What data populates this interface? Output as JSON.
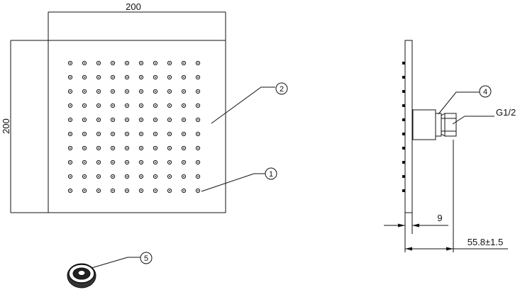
{
  "front_view": {
    "width_label": "200",
    "height_label": "200",
    "nozzle_grid": {
      "rows": 10,
      "cols": 10
    },
    "callouts": {
      "nozzle": "1",
      "face_plate": "2"
    }
  },
  "side_view": {
    "thread_label": "G1/2",
    "plate_thickness_label": "9",
    "total_depth_label": "55.8±1.5",
    "callout_connector": "4"
  },
  "accessory": {
    "callout_filter": "5"
  },
  "colors": {
    "line": "#111111",
    "background": "#ffffff"
  }
}
